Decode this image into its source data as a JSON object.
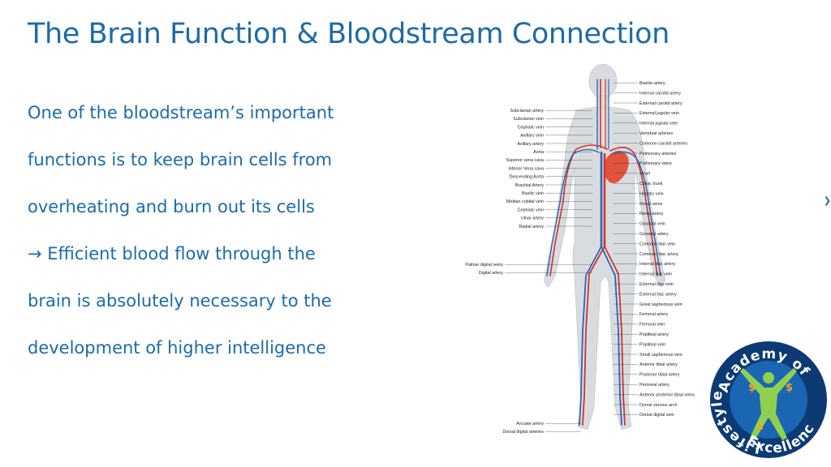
{
  "slide": {
    "title": "The Brain Function & Bloodstream Connection",
    "body_lines": [
      "One of the bloodstream’s important",
      "functions is to keep brain cells from",
      "overheating and burn out its cells",
      "→  Efficient blood flow through the",
      "brain is absolutely necessary to the",
      "development of higher intelligence"
    ],
    "right_tab": "❯"
  },
  "diagram": {
    "labels_right": [
      "Basilar artery",
      "Internal carotid artery",
      "External carotid artery",
      "External jugular vein",
      "Internal jugular vein",
      "Vertebral arteries",
      "Common carotid arteries",
      "Pulmonary arteries",
      "Pulmonary veins",
      "Heart",
      "Celiac trunk",
      "Hepatic vein",
      "Renal veins",
      "Renal artery",
      "Gonadal vein",
      "Gonadal artery",
      "Common iliac vein",
      "Common iliac artery",
      "Internal iliac artery",
      "Internal iliac vein",
      "External iliac vein",
      "External iliac artery",
      "Great saphenous vein",
      "Femoral artery",
      "Femoral vein",
      "Popliteal artery",
      "Popliteal vein",
      "Small saphenous vein",
      "Anterior tibial artery",
      "Posterior tibial artery",
      "Peroneal artery",
      "Anterior posterior tibial veins",
      "Dorsal venous arch",
      "Dorsal digital vein"
    ],
    "labels_left": [
      "Subclavian artery",
      "Subclavian vein",
      "Cephalic vein",
      "Axillary vein",
      "Axillary artery",
      "Aorta",
      "Superior vena cava",
      "Inferior Vena cava",
      "Descending Aorta",
      "Brachial Artery",
      "Basilic vein",
      "Median cubital vein",
      "Cephalic vein",
      "Ulnar artery",
      "Radial artery",
      "Palmar digital veins",
      "Digital artery",
      "Arcuate artery",
      "Dorsal digital arteries"
    ],
    "colors": {
      "artery": "#d0342c",
      "vein": "#2e63b8",
      "body": "#d9dcdf",
      "heart": "#e2533f"
    }
  },
  "logo": {
    "top_text": "Academy of",
    "left_text": "Lifestyle",
    "bottom_text": "Excellence",
    "dollar": "$",
    "colors": {
      "outer": "#0c3a73",
      "inner": "#1b66b3",
      "figure": "#8fd14f",
      "ring_text": "#ffffff",
      "dollar": "#f2a32a"
    }
  }
}
